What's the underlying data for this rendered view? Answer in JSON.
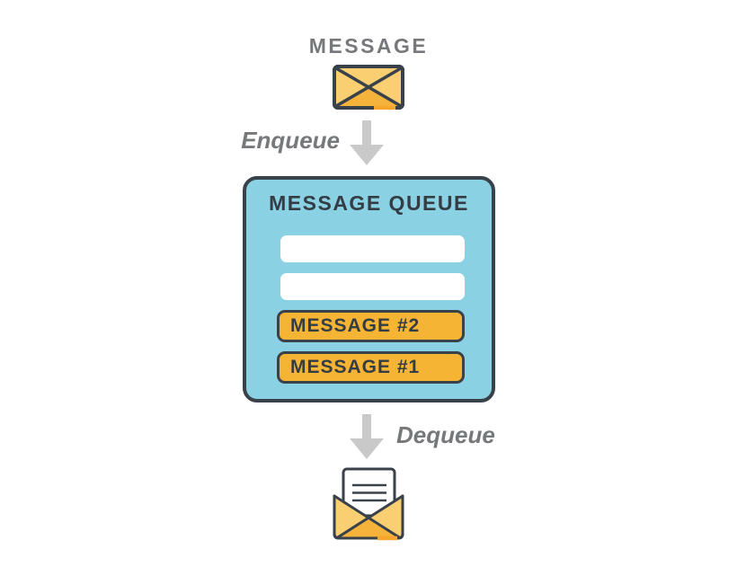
{
  "producer": {
    "title": "MESSAGE"
  },
  "flow": {
    "enqueue_label": "Enqueue",
    "dequeue_label": "Dequeue"
  },
  "queue": {
    "title": "MESSAGE QUEUE",
    "empty_slot_count": 2,
    "messages": [
      "MESSAGE #2",
      "MESSAGE #1"
    ]
  },
  "icons": {
    "producer_icon": "envelope-closed-icon",
    "enqueue_icon": "arrow-down-icon",
    "dequeue_icon": "arrow-down-icon",
    "consumer_icon": "envelope-open-icon"
  },
  "colors": {
    "background": "#FFFFFF",
    "label_gray": "#77787B",
    "ink_dark": "#39414B",
    "queue_fill": "#8AD2E3",
    "slot_orange": "#F6B434",
    "slot_white": "#FFFFFF",
    "envelope_light": "#F9CF72",
    "envelope_shade": "#F5B33B",
    "envelope_accent": "#F5A62B",
    "arrow_gray": "#C9C9C9"
  }
}
